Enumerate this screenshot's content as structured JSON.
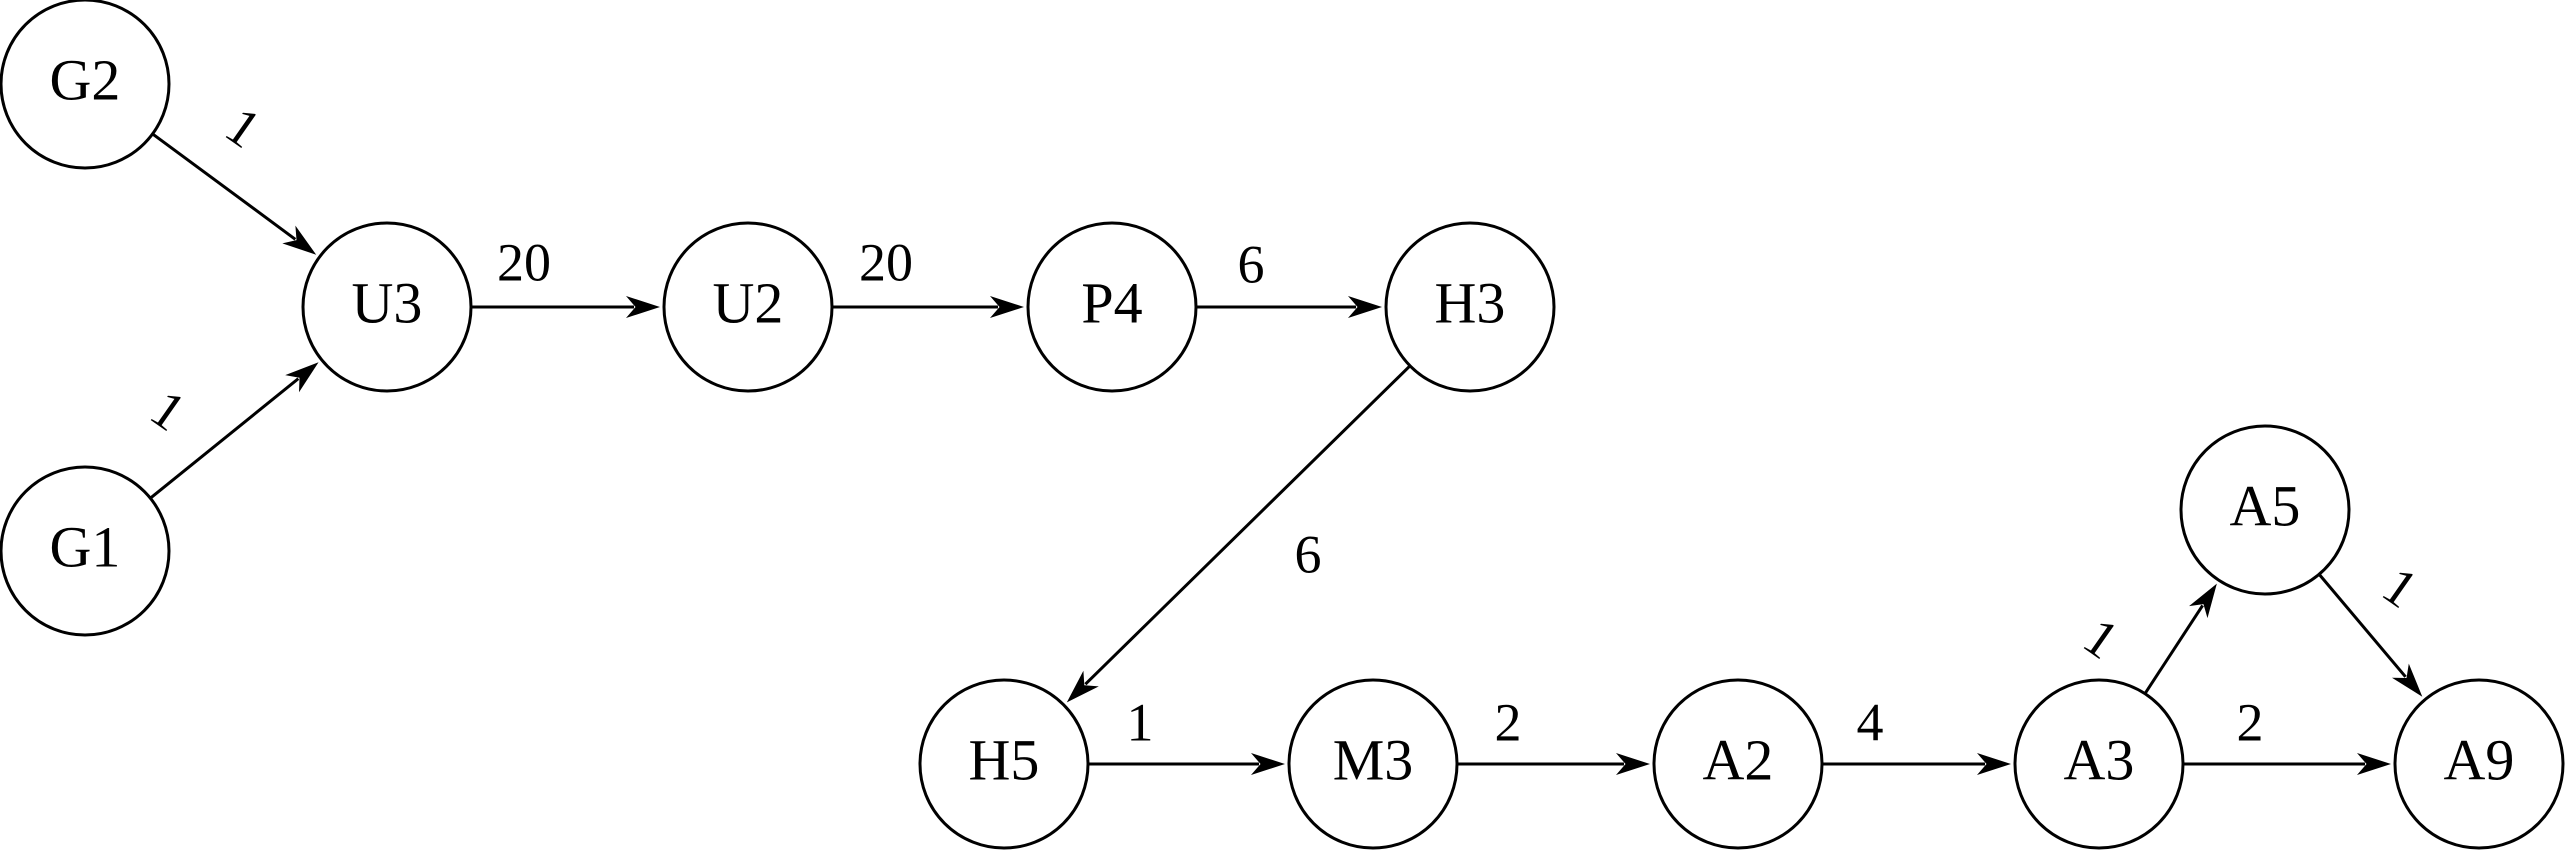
{
  "nodes": [
    {
      "id": "G2",
      "label": "G2"
    },
    {
      "id": "G1",
      "label": "G1"
    },
    {
      "id": "U3",
      "label": "U3"
    },
    {
      "id": "U2",
      "label": "U2"
    },
    {
      "id": "P4",
      "label": "P4"
    },
    {
      "id": "H3",
      "label": "H3"
    },
    {
      "id": "H5",
      "label": "H5"
    },
    {
      "id": "M3",
      "label": "M3"
    },
    {
      "id": "A2",
      "label": "A2"
    },
    {
      "id": "A3",
      "label": "A3"
    },
    {
      "id": "A5",
      "label": "A5"
    },
    {
      "id": "A9",
      "label": "A9"
    }
  ],
  "edges": [
    {
      "from": "G2",
      "to": "U3",
      "label": "1"
    },
    {
      "from": "G1",
      "to": "U3",
      "label": "1"
    },
    {
      "from": "U3",
      "to": "U2",
      "label": "20"
    },
    {
      "from": "U2",
      "to": "P4",
      "label": "20"
    },
    {
      "from": "P4",
      "to": "H3",
      "label": "6"
    },
    {
      "from": "H3",
      "to": "H5",
      "label": "6"
    },
    {
      "from": "H5",
      "to": "M3",
      "label": "1"
    },
    {
      "from": "M3",
      "to": "A2",
      "label": "2"
    },
    {
      "from": "A2",
      "to": "A3",
      "label": "4"
    },
    {
      "from": "A3",
      "to": "A5",
      "label": "1"
    },
    {
      "from": "A3",
      "to": "A9",
      "label": "2"
    },
    {
      "from": "A5",
      "to": "A9",
      "label": "1"
    }
  ]
}
